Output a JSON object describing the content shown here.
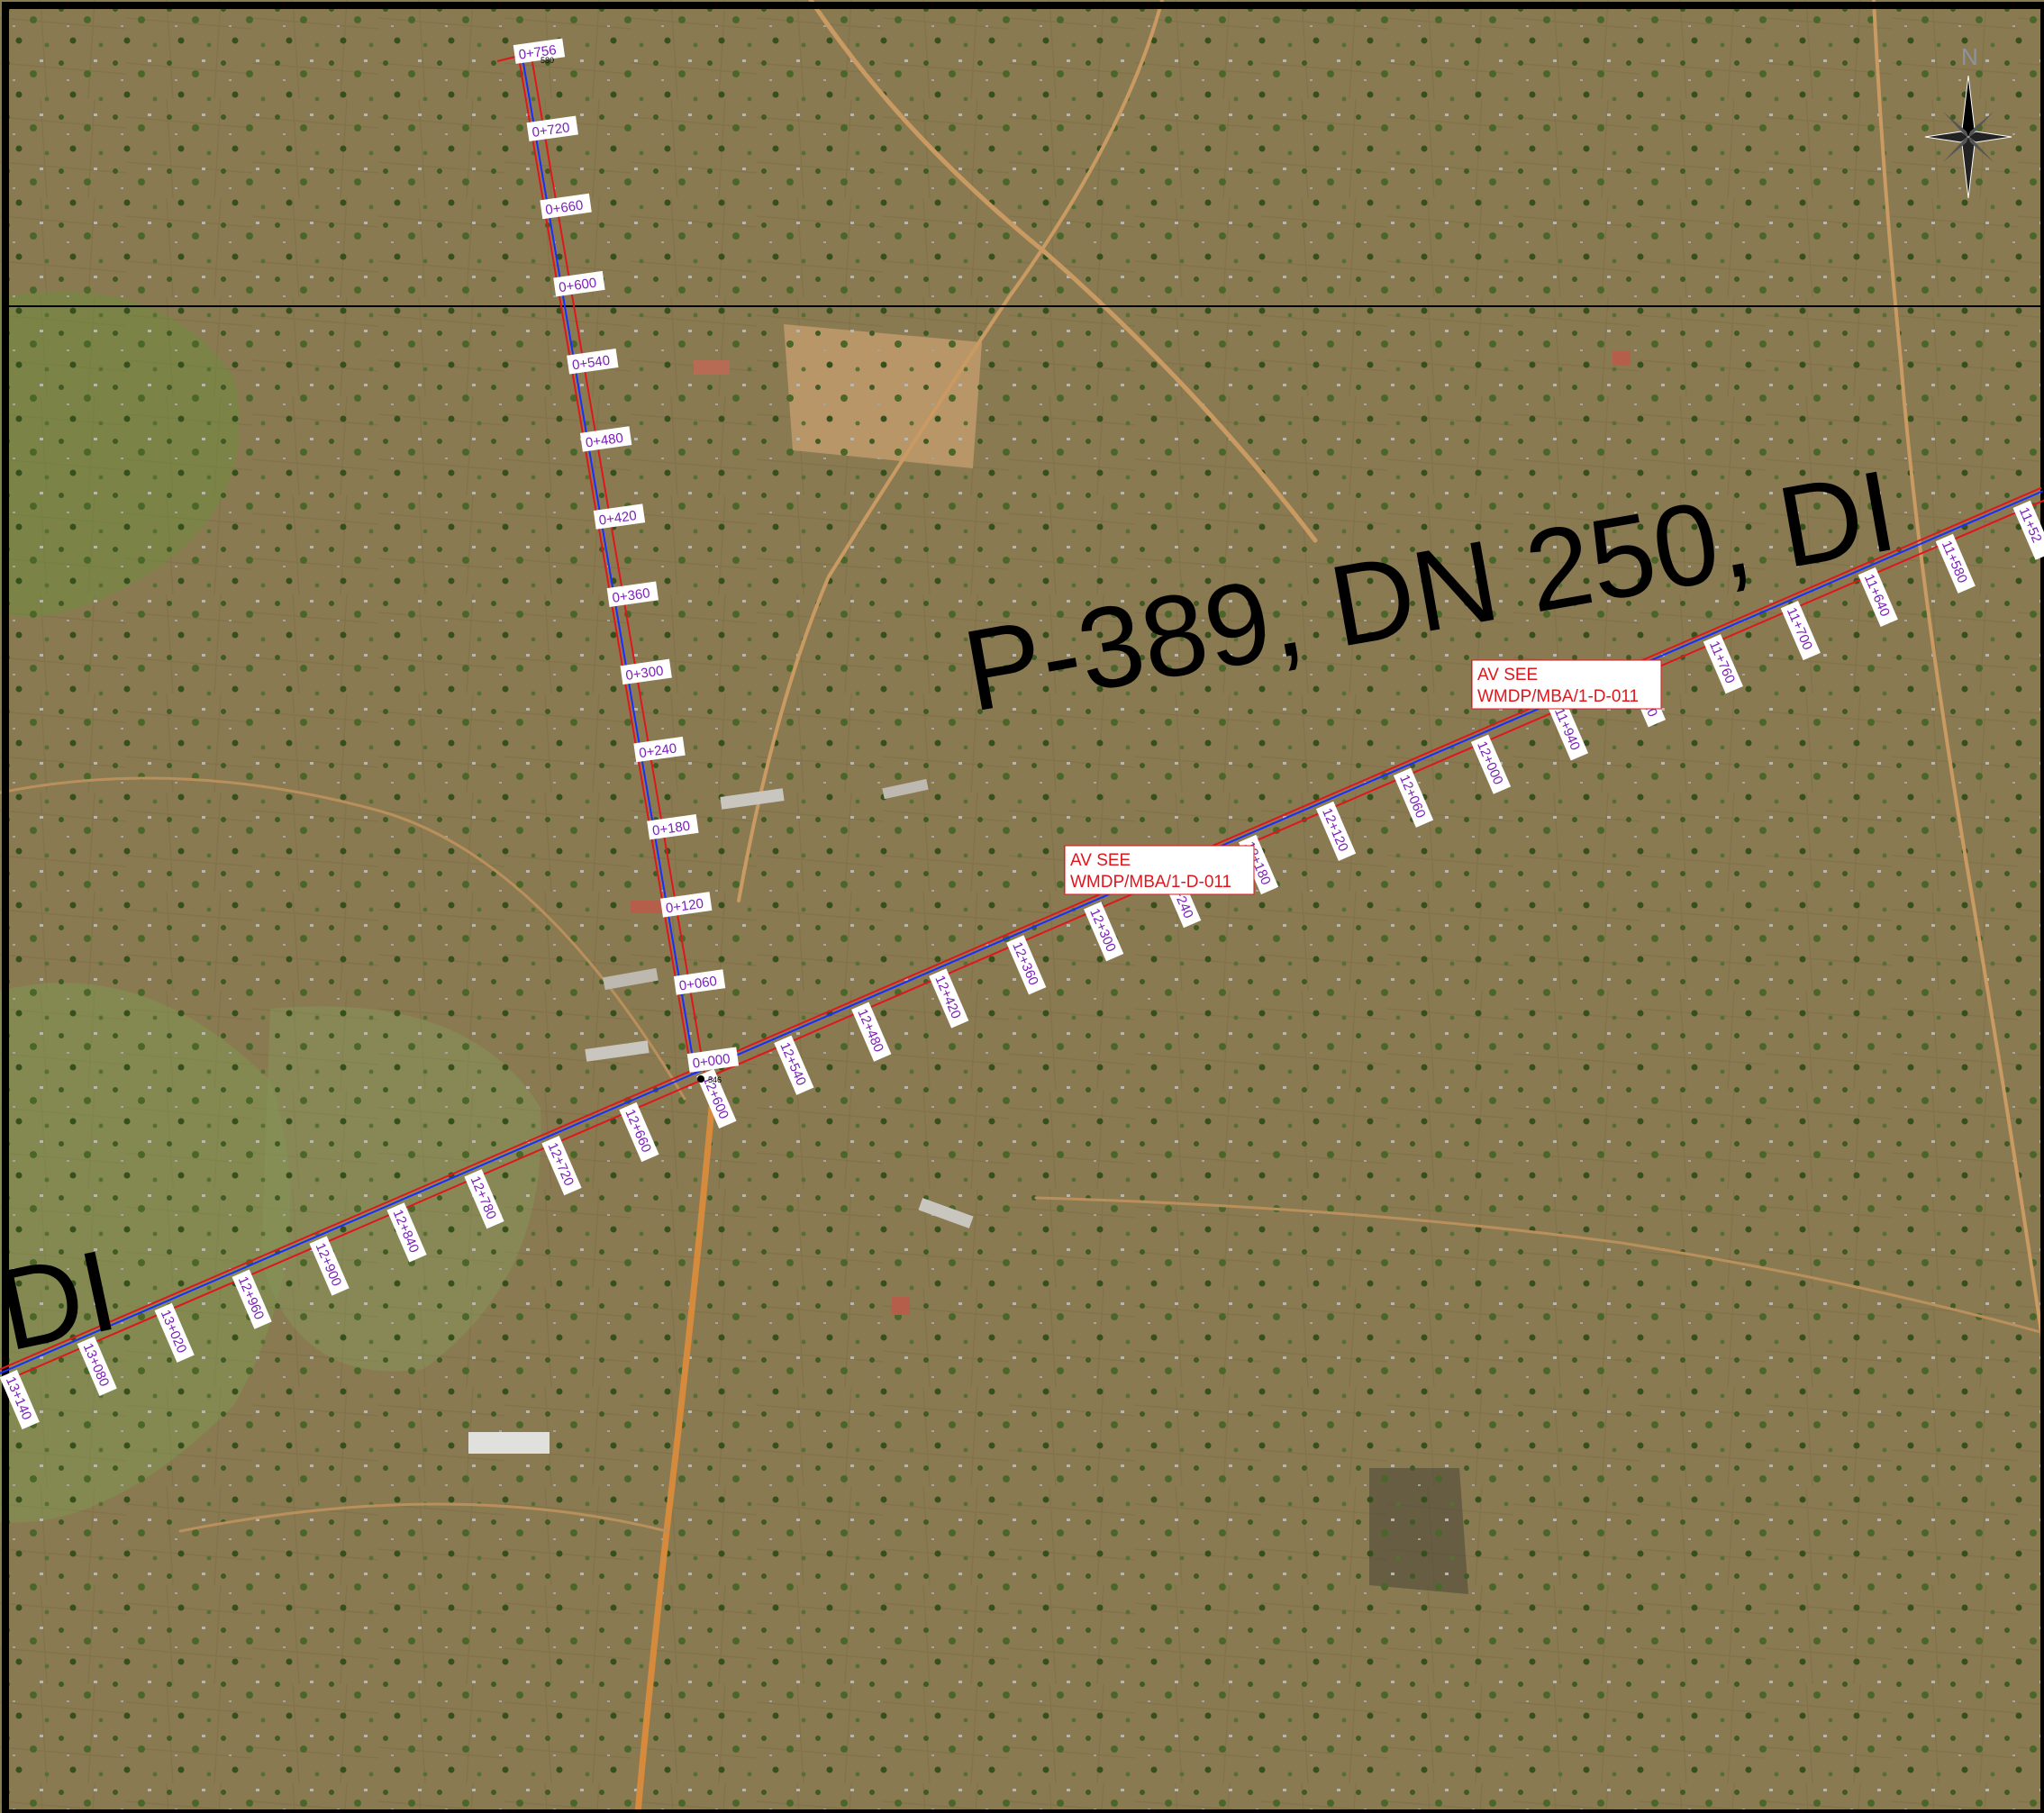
{
  "colors": {
    "ground": "#8a7a52",
    "vegetation": "#4f6b2e",
    "fields": "#9aa068",
    "track": "#c98a4a",
    "pipe_red": "#e0161c",
    "pipe_blue": "#1a2cff",
    "chainage_text": "#7a1fb8",
    "frame": "#000000"
  },
  "pipeline": {
    "title": "P-389, DN 250, DI",
    "title_left_fragment": "DI"
  },
  "branch_chainages": [
    "0+756",
    "0+720",
    "0+660",
    "0+600",
    "0+540",
    "0+480",
    "0+420",
    "0+360",
    "0+300",
    "0+240",
    "0+180",
    "0+120",
    "0+060",
    "0+000"
  ],
  "main_chainages": [
    "11+52",
    "11+580",
    "11+640",
    "11+700",
    "11+760",
    "11+820",
    "11+940",
    "12+000",
    "12+060",
    "12+120",
    "12+180",
    "12+240",
    "12+300",
    "12+360",
    "12+420",
    "12+480",
    "12+540",
    "12+600",
    "12+660",
    "12+720",
    "12+780",
    "12+840",
    "12+900",
    "12+960",
    "13+020",
    "13+080",
    "13+140"
  ],
  "callouts": [
    {
      "line1": "AV SEE",
      "line2": "WMDP/MBA/1-D-011"
    },
    {
      "line1": "AV SEE",
      "line2": "WMDP/MBA/1-D-011"
    }
  ],
  "small_labels": {
    "top": "580",
    "junction": "546"
  },
  "north_arrow": {
    "label": "N"
  }
}
